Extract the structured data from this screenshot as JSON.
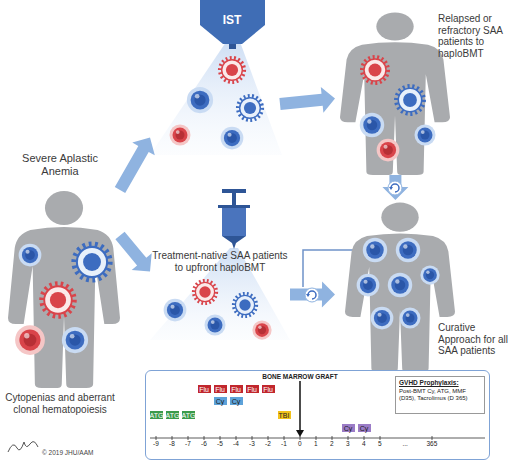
{
  "diagram": {
    "nodes": [
      {
        "text": [
          "Severe Aplastic Anemia",
          "Cytopenias and aberrant clonal hematopoiesis"
        ]
      },
      {
        "text": [
          "IST"
        ]
      },
      {
        "text": [
          "Treatment-native SAA patients to upfront haploBMT"
        ]
      },
      {
        "text": [
          "Relapsed or refractory SAA patients to haploBMT"
        ]
      },
      {
        "text": [
          "Curative Approach for all SAA patients"
        ]
      },
      {
        "text": [
          "BONE MARROW GRAFT"
        ]
      },
      {
        "text": [
          "GVHD Prophylaxis:",
          "Post-BMT Cy, ATG, MMF (D35), Tacrolimus (D 365)"
        ],
        "in": 5
      },
      {
        "text": [
          "ATG"
        ],
        "in": 5
      },
      {
        "text": [
          "ATG"
        ],
        "in": 5
      },
      {
        "text": [
          "ATG"
        ],
        "in": 5
      },
      {
        "text": [
          "Flu"
        ],
        "in": 5
      },
      {
        "text": [
          "Flu"
        ],
        "in": 5
      },
      {
        "text": [
          "Flu"
        ],
        "in": 5
      },
      {
        "text": [
          "Flu"
        ],
        "in": 5
      },
      {
        "text": [
          "Flu"
        ],
        "in": 5
      },
      {
        "text": [
          "Cy"
        ],
        "in": 5
      },
      {
        "text": [
          "Cy"
        ],
        "in": 5
      },
      {
        "text": [
          "TBI"
        ],
        "in": 5
      },
      {
        "text": [
          "Cy"
        ],
        "in": 5
      },
      {
        "text": [
          "Cy"
        ],
        "in": 5
      }
    ],
    "edges": [
      {
        "from": 0,
        "to": 1,
        "arrow": "to"
      },
      {
        "from": 0,
        "to": 2,
        "arrow": "to"
      },
      {
        "from": 1,
        "to": 3,
        "arrow": "to"
      },
      {
        "from": 3,
        "to": 4,
        "arrow": "to"
      },
      {
        "from": 2,
        "to": 4,
        "arrow": "to"
      }
    ],
    "labels": [
      "-9",
      "-8",
      "-7",
      "-6",
      "-5",
      "-4",
      "-3",
      "-2",
      "-1",
      "0",
      "1",
      "2",
      "3",
      "4",
      "5",
      "...",
      "365",
      "© 2019 JHU/AAM"
    ]
  }
}
